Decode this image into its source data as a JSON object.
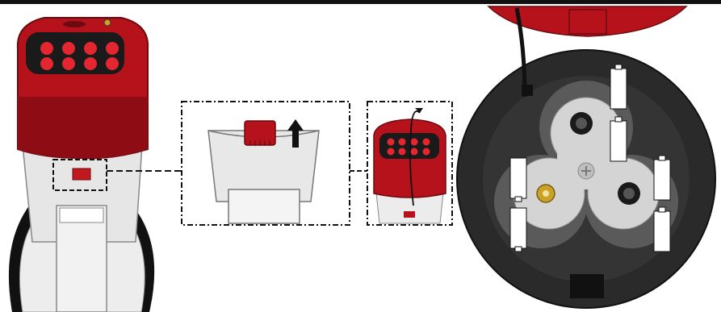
{
  "diagram": {
    "kind": "battery-installation-instructions",
    "colors": {
      "body_red": "#b5121b",
      "dark_red": "#7a0a10",
      "button_red": "#e3262f",
      "keypad": "#1a1a1a",
      "housing_grey": "#e6e6e6",
      "compartment": "#2b2b2b",
      "battery_white": "#ffffff"
    },
    "icons": [
      "megaphone-illustration",
      "latch-detail",
      "open-arrow",
      "battery-compartment"
    ],
    "battery_signs": {
      "positive": "+",
      "negative": "-"
    }
  }
}
